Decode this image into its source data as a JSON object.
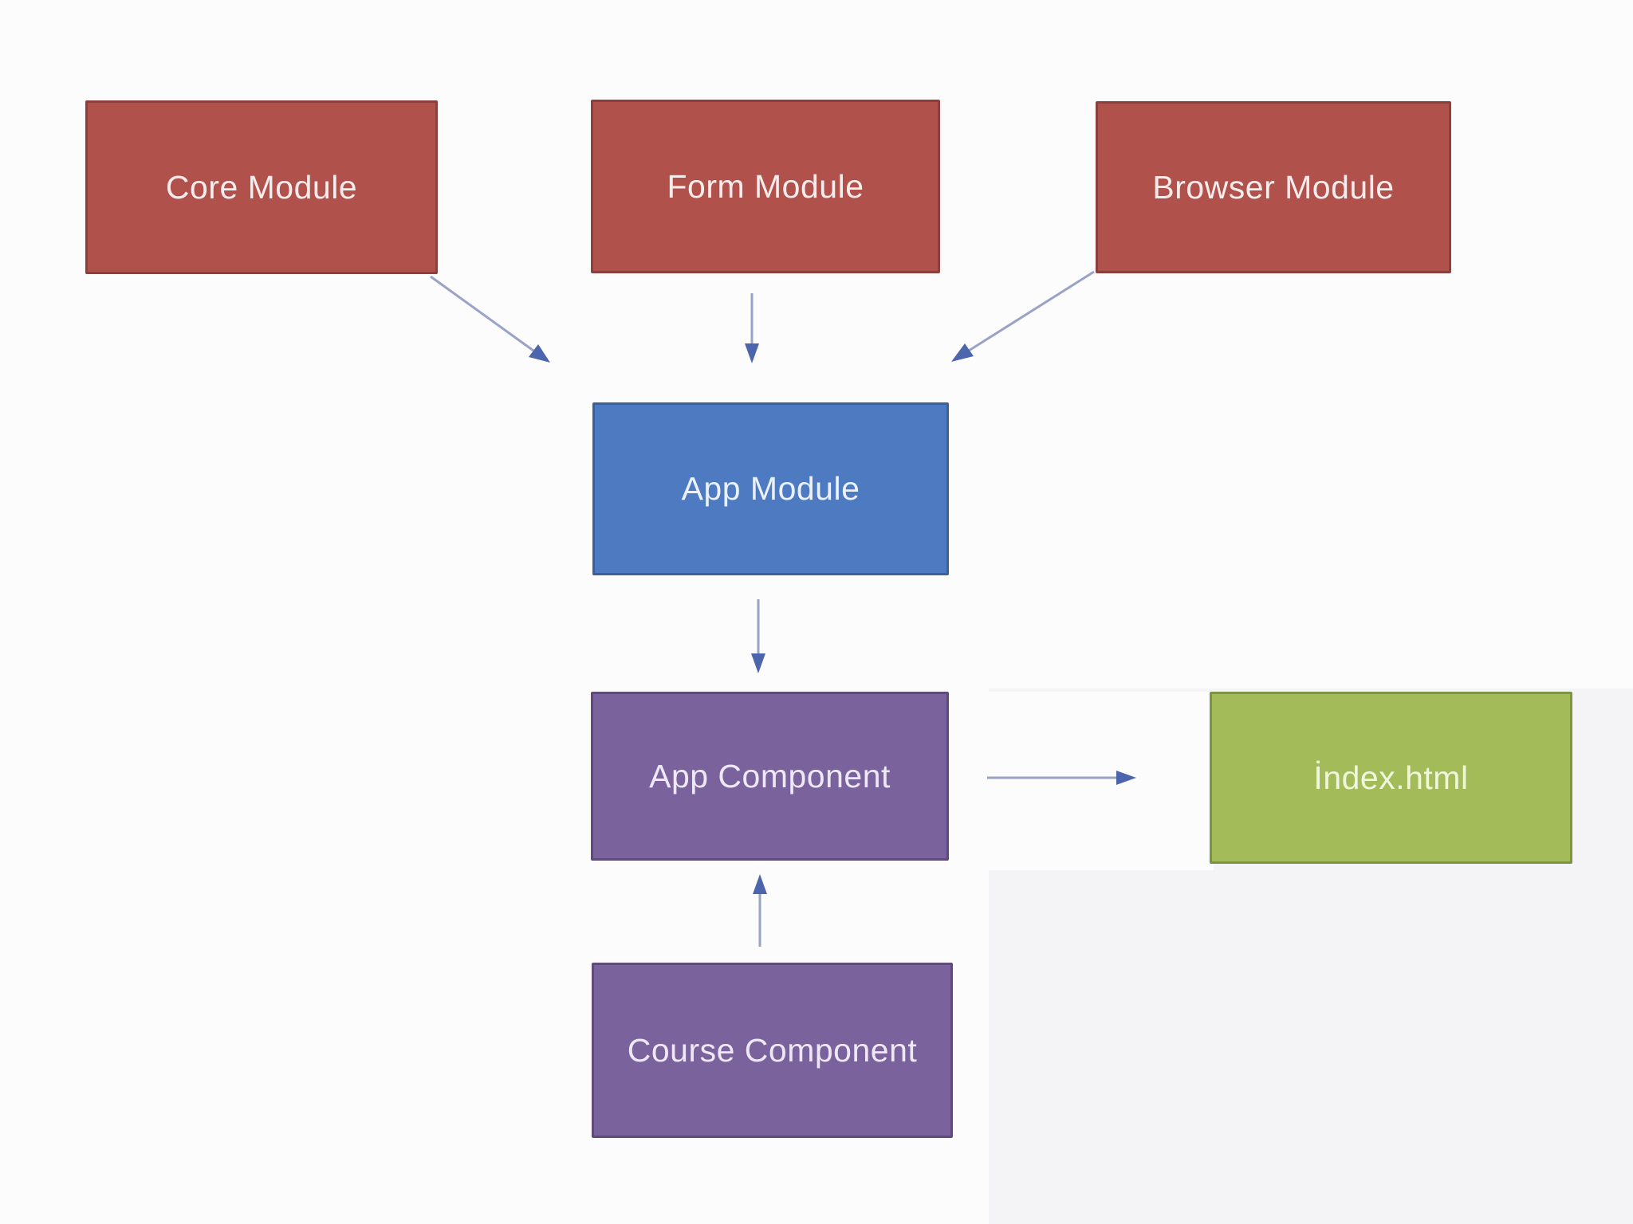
{
  "diagram": {
    "nodes": [
      {
        "id": "core-module",
        "label": "Core Module",
        "fill": "#b1514c",
        "border": "#8c403d",
        "text_color": "#f7ecec"
      },
      {
        "id": "form-module",
        "label": "Form Module",
        "fill": "#b1514c",
        "border": "#8c403d",
        "text_color": "#f7ecec"
      },
      {
        "id": "browser-module",
        "label": "Browser Module",
        "fill": "#b1514c",
        "border": "#8c403d",
        "text_color": "#f7ecec"
      },
      {
        "id": "app-module",
        "label": "App Module",
        "fill": "#4d7ac1",
        "border": "#3d6099",
        "text_color": "#eaf1fb"
      },
      {
        "id": "app-component",
        "label": "App Component",
        "fill": "#7a629c",
        "border": "#5e4b7b",
        "text_color": "#eee7f6"
      },
      {
        "id": "index-html",
        "label": "İndex.html",
        "fill": "#a3bb59",
        "border": "#7e9342",
        "text_color": "#f0f6de"
      },
      {
        "id": "course-component",
        "label": "Course Component",
        "fill": "#7a629c",
        "border": "#5e4b7b",
        "text_color": "#eee7f6"
      }
    ],
    "edges": [
      {
        "from": "core-module",
        "to": "app-module",
        "direction": "diagonal-down-right"
      },
      {
        "from": "form-module",
        "to": "app-module",
        "direction": "down"
      },
      {
        "from": "browser-module",
        "to": "app-module",
        "direction": "diagonal-down-left"
      },
      {
        "from": "app-module",
        "to": "app-component",
        "direction": "down"
      },
      {
        "from": "app-component",
        "to": "index-html",
        "direction": "right"
      },
      {
        "from": "course-component",
        "to": "app-component",
        "direction": "up"
      }
    ],
    "colors": {
      "module_red": "#b1514c",
      "app_module_blue": "#4d7ac1",
      "component_purple": "#7a629c",
      "html_green": "#a3bb59",
      "arrow_line": "#9aa3c6",
      "arrow_head": "#4c66ad",
      "background": "#fcfcfc",
      "tint_panel": "#f4f4f6"
    }
  }
}
